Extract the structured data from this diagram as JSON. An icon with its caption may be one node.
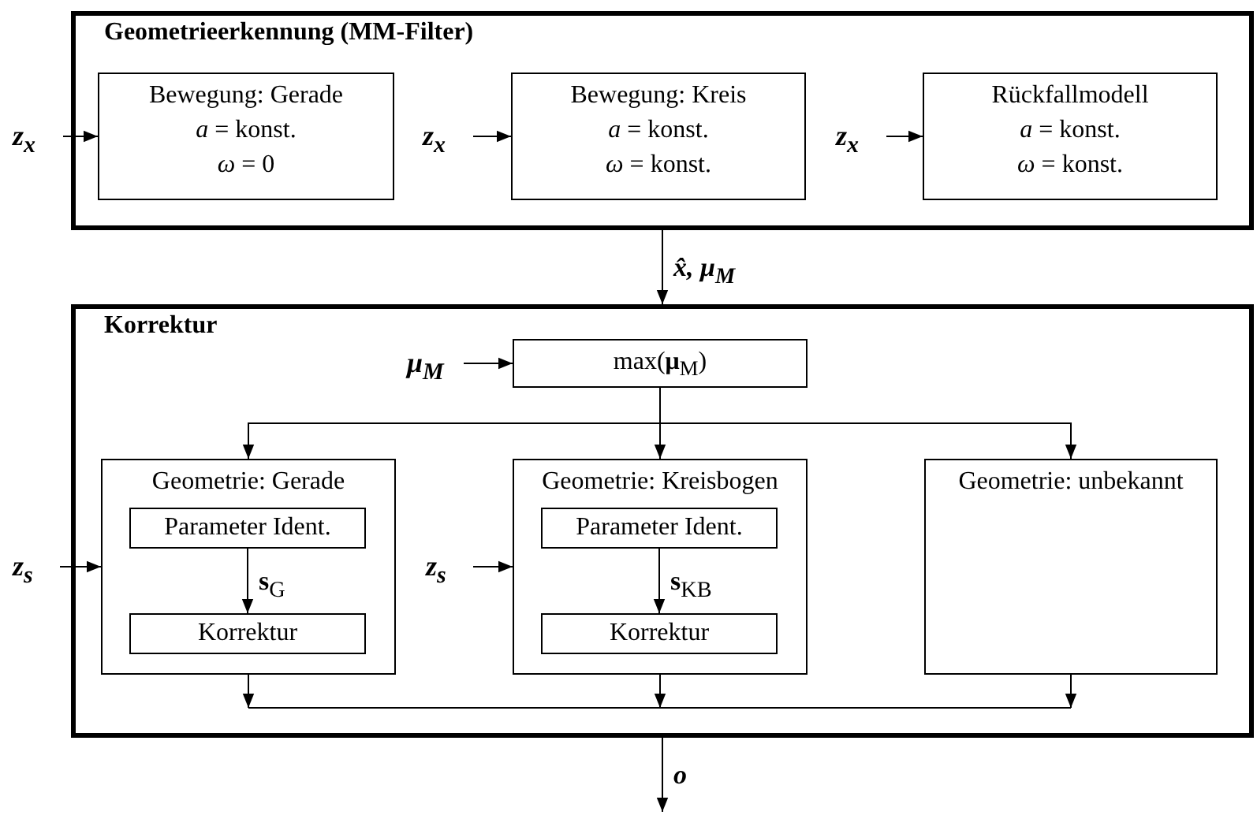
{
  "diagram": {
    "nodes": [
      {
        "text": [
          "Geometrieerkennung (MM-Filter)"
        ]
      },
      {
        "text": [
          "z$_{x}$"
        ]
      },
      {
        "text": [
          "Bewegung: Gerade",
          "*a* = konst.",
          "*ω* = 0"
        ],
        "in": 0
      },
      {
        "text": [
          "z$_{x}$"
        ],
        "in": 0
      },
      {
        "text": [
          "Bewegung: Kreis",
          "*a* = konst.",
          "*ω* = konst."
        ],
        "in": 0
      },
      {
        "text": [
          "z$_{x}$"
        ],
        "in": 0
      },
      {
        "text": [
          "Rückfallmodell",
          "*a* = konst.",
          "*ω* = konst."
        ],
        "in": 0
      },
      {
        "text": [
          "Korrektur"
        ]
      },
      {
        "text": [
          "μ$_{M}$"
        ],
        "in": 7
      },
      {
        "text": [
          "max(**μ**$_{M}$)"
        ],
        "in": 7
      },
      {
        "text": [
          "z$_{s}$"
        ]
      },
      {
        "text": [
          "Geometrie: Gerade"
        ],
        "in": 7
      },
      {
        "text": [
          "Parameter Ident."
        ],
        "in": 11
      },
      {
        "text": [
          "Korrektur"
        ],
        "in": 11
      },
      {
        "text": [
          "z$_{s}$"
        ],
        "in": 7
      },
      {
        "text": [
          "Geometrie: Kreisbogen"
        ],
        "in": 7
      },
      {
        "text": [
          "Parameter Ident."
        ],
        "in": 15
      },
      {
        "text": [
          "Korrektur"
        ],
        "in": 15
      },
      {
        "text": [
          "Geometrie: unbekannt"
        ],
        "in": 7
      }
    ],
    "edges": [
      {
        "from": 1,
        "to": 2,
        "arrow": "to"
      },
      {
        "from": 3,
        "to": 4,
        "arrow": "to"
      },
      {
        "from": 5,
        "to": 6,
        "arrow": "to"
      },
      {
        "from": 0,
        "to": 7,
        "arrow": "to",
        "label": "x̂, μ$_{M}$"
      },
      {
        "from": 8,
        "to": 9,
        "arrow": "to"
      },
      {
        "from": 9,
        "to": 11,
        "arrow": "to"
      },
      {
        "from": 9,
        "to": 15,
        "arrow": "to"
      },
      {
        "from": 9,
        "to": 18,
        "arrow": "to"
      },
      {
        "from": 10,
        "to": 11,
        "arrow": "to"
      },
      {
        "from": 14,
        "to": 15,
        "arrow": "to"
      },
      {
        "from": 12,
        "to": 13,
        "arrow": "to",
        "label": "**s**$_{G}$"
      },
      {
        "from": 16,
        "to": 17,
        "arrow": "to",
        "label": "**s**$_{KB}$"
      },
      {
        "from": 11,
        "to": null,
        "arrow": "to"
      },
      {
        "from": 15,
        "to": null,
        "arrow": "to"
      },
      {
        "from": 18,
        "to": null,
        "arrow": "to"
      },
      {
        "from": 7,
        "to": null,
        "arrow": "to",
        "label": "o"
      }
    ]
  }
}
